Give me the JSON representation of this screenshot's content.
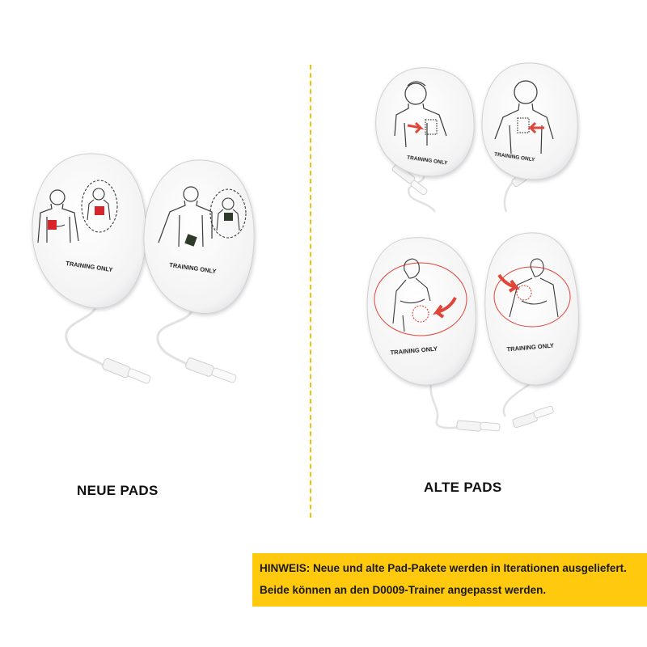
{
  "left_group": {
    "caption": "NEUE PADS",
    "pads": [
      {
        "text": "TRAINING ONLY"
      },
      {
        "text": "TRAINING ONLY"
      }
    ]
  },
  "right_group": {
    "caption": "ALTE PADS",
    "pads": [
      {
        "text": "TRAINING ONLY"
      },
      {
        "text": "TRAINING ONLY"
      },
      {
        "text": "TRAINING ONLY"
      },
      {
        "text": "TRAINING ONLY"
      }
    ]
  },
  "notice": {
    "line1": "HINWEIS: Neue und alte Pad-Pakete werden in Iterationen ausgeliefert.",
    "line2": "Beide können an den D0009-Trainer angepasst werden."
  },
  "colors": {
    "divider": "#f2c500",
    "notice_background": "#ffc90e",
    "pad_marker_red": "#d6262b",
    "pad_marker_green": "#2f3b2a",
    "annotation_red": "#e0453a"
  }
}
